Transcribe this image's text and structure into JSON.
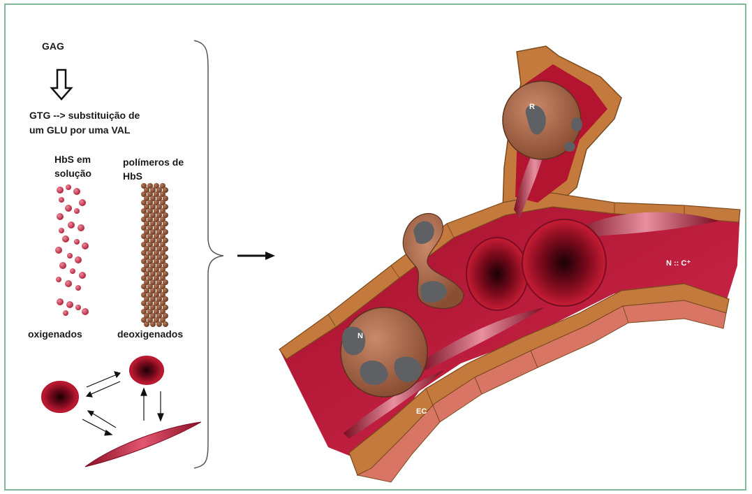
{
  "left_panel": {
    "gene_label": "GAG",
    "mutation_line1": "GTG  --> substituição de",
    "mutation_line2": "um GLU por uma VAL",
    "hbs_solution_line1": "HbS em",
    "hbs_solution_line2": "solução",
    "polymers_line1": "polímeros de",
    "polymers_line2": "HbS",
    "oxygenated_label": "oxigenados",
    "deoxygenated_label": "deoxigenados"
  },
  "vessel": {
    "label_r": "R",
    "label_n": "N",
    "label_ec": "EC",
    "label_n_c": "N :: C⁺"
  },
  "colors": {
    "border": "#7fb99a",
    "vessel_wall": "#c8193f",
    "vessel_edge": "#c47a3c",
    "cell": "#9a5c3c",
    "nucleus": "#5f6063",
    "rbc": "#a01327"
  }
}
